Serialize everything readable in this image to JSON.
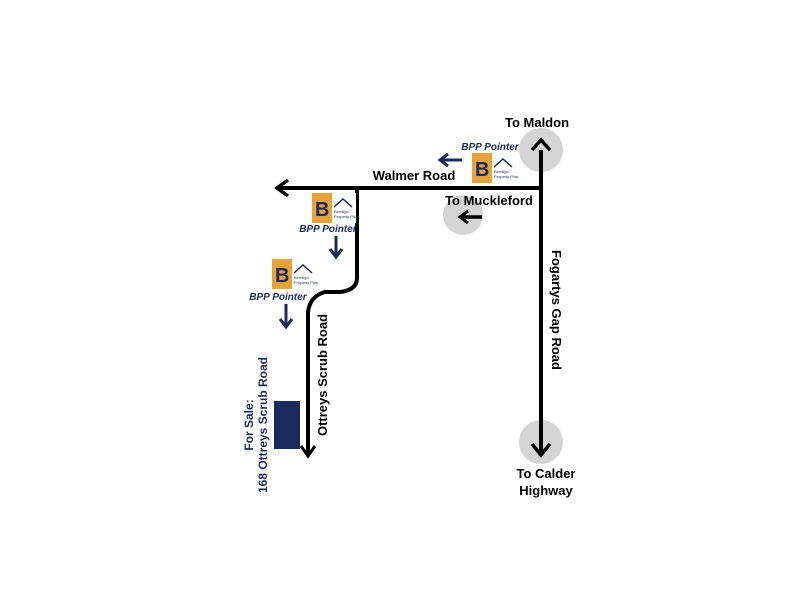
{
  "destinations": {
    "north": "To Maldon",
    "south_line1": "To Calder",
    "south_line2": "Highway",
    "east": "To Muckleford"
  },
  "roads": {
    "walmer": "Walmer Road",
    "fogartys": "Fogartys Gap Road",
    "ottreys": "Ottreys Scrub Road"
  },
  "pointers": [
    {
      "label": "BPP Pointer",
      "brand": "Bendigo Property Plus"
    },
    {
      "label": "BPP Pointer",
      "brand": "Bendigo Property Plus"
    },
    {
      "label": "BPP Pointer",
      "brand": "Bendigo Property Plus"
    }
  ],
  "sale": {
    "line1": "For Sale:",
    "line2": "168 Ottreys Scrub Road"
  },
  "colors": {
    "road": "#000000",
    "navy": "#1a2a5a",
    "brand_orange": "#e8a23a",
    "circle": "#d4d4d4"
  }
}
